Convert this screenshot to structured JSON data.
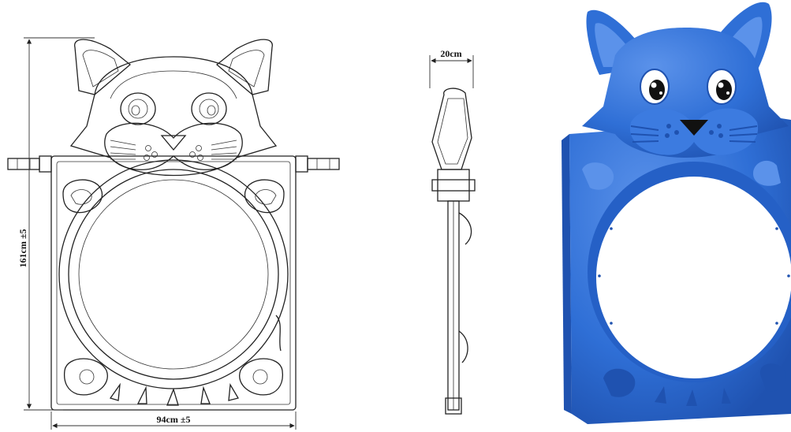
{
  "dimensions": {
    "height_label": "161cm ±5",
    "width_label": "94cm ±5",
    "depth_label": "20cm"
  },
  "colors": {
    "line": "#222222",
    "panel_blue": "#2f6fd6",
    "panel_blue_dark": "#1f52b0",
    "panel_blue_light": "#5b92ea",
    "nose": "#111111"
  }
}
